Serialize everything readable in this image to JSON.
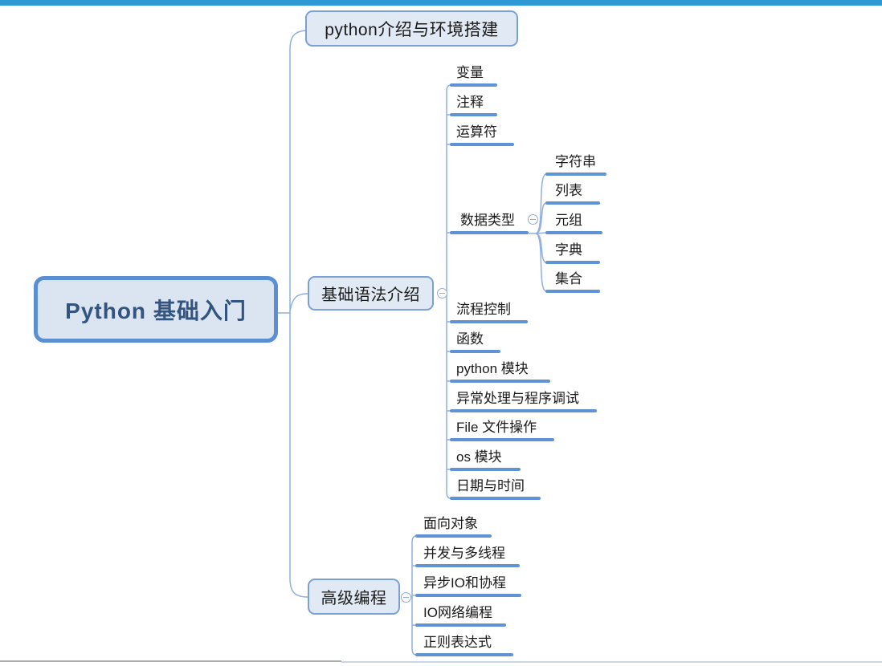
{
  "top_bar": {
    "color": "#2D9AD5"
  },
  "colors": {
    "node_border": "#7AA0D4",
    "root_border": "#5A8FD1",
    "node_fill": "#E1E9F4",
    "root_fill": "#DBE5F1",
    "root_text": "#33547F",
    "connector_line": "#8FB0DE",
    "topic_underline": "#5F93D4"
  },
  "mindmap": {
    "root": {
      "label": "Python 基础入门"
    },
    "branches": [
      {
        "label": "python介绍与环境搭建",
        "children": []
      },
      {
        "label": "基础语法介绍",
        "collapse_icon": "minus-circle",
        "children": [
          {
            "label": "变量"
          },
          {
            "label": "注释"
          },
          {
            "label": "运算符"
          },
          {
            "label": "数据类型",
            "collapse_icon": "minus-circle",
            "children": [
              {
                "label": "字符串"
              },
              {
                "label": "列表"
              },
              {
                "label": "元组"
              },
              {
                "label": "字典"
              },
              {
                "label": "集合"
              }
            ]
          },
          {
            "label": "流程控制"
          },
          {
            "label": "函数"
          },
          {
            "label": "python 模块"
          },
          {
            "label": "异常处理与程序调试"
          },
          {
            "label": "File 文件操作"
          },
          {
            "label": "os 模块"
          },
          {
            "label": "日期与时间"
          }
        ]
      },
      {
        "label": "高级编程",
        "collapse_icon": "minus-circle",
        "children": [
          {
            "label": "面向对象"
          },
          {
            "label": "并发与多线程"
          },
          {
            "label": "异步IO和协程"
          },
          {
            "label": "IO网络编程"
          },
          {
            "label": "正则表达式"
          }
        ]
      }
    ]
  }
}
